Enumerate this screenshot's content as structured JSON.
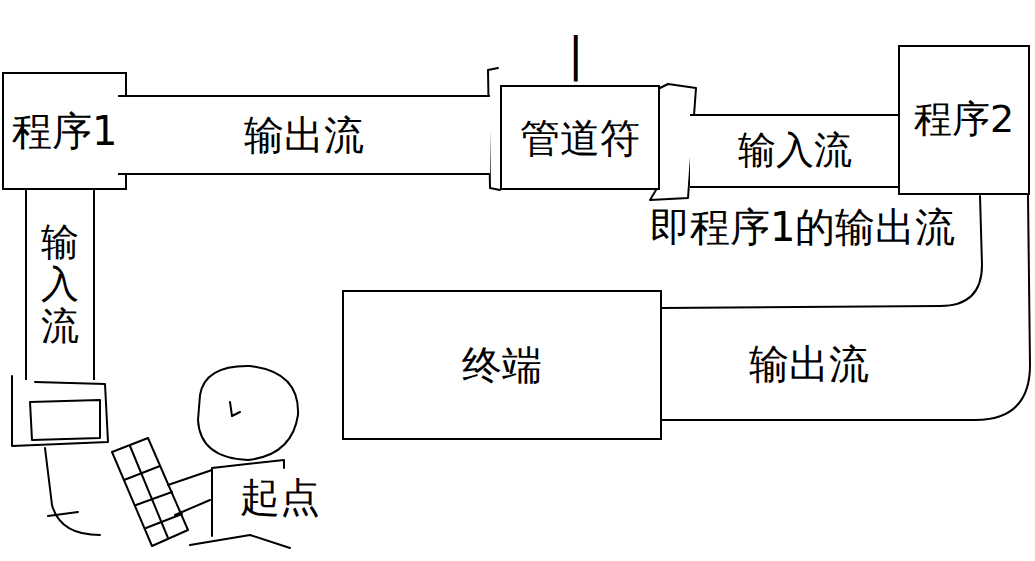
{
  "diagram": {
    "nodes": [
      {
        "text": [
          "程序1"
        ]
      },
      {
        "text": [
          "输出流"
        ]
      },
      {
        "text": [
          "管道符"
        ]
      },
      {
        "text": [
          "输入流"
        ]
      },
      {
        "text": [
          "程序2"
        ]
      },
      {
        "text": [
          "输入流"
        ]
      },
      {
        "text": [
          "终端"
        ]
      },
      {
        "text": [
          "输出流"
        ]
      }
    ],
    "labels": [
      "|",
      "即程序1的输出流",
      "起点"
    ]
  }
}
